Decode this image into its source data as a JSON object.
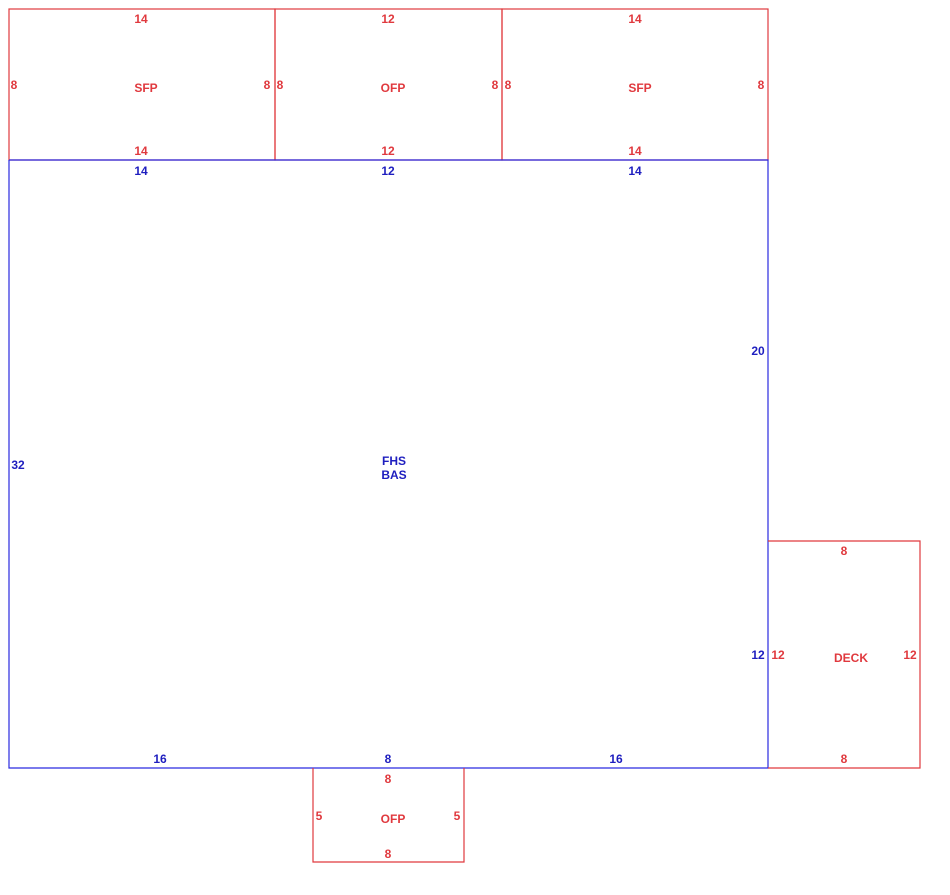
{
  "colors": {
    "porch": "#e0393e",
    "main": "#1e1ebf"
  },
  "areas": {
    "sfp_left": {
      "label": "SFP",
      "top": "14",
      "bottom": "14",
      "left": "8",
      "right": "8"
    },
    "ofp_top": {
      "label": "OFP",
      "top": "12",
      "bottom": "12",
      "left": "8",
      "right": "8"
    },
    "sfp_right": {
      "label": "SFP",
      "top": "14",
      "bottom": "14",
      "left": "8",
      "right": "8"
    },
    "main": {
      "label_line1": "FHS",
      "label_line2": "BAS",
      "top_left": "14",
      "top_mid": "12",
      "top_right": "14",
      "left": "32",
      "right_upper": "20",
      "right_lower": "12",
      "bottom_left": "16",
      "bottom_mid": "8",
      "bottom_right": "16"
    },
    "deck": {
      "label": "DECK",
      "top": "8",
      "bottom": "8",
      "left": "12",
      "right": "12"
    },
    "ofp_bottom": {
      "label": "OFP",
      "top": "8",
      "bottom": "8",
      "left": "5",
      "right": "5"
    }
  }
}
